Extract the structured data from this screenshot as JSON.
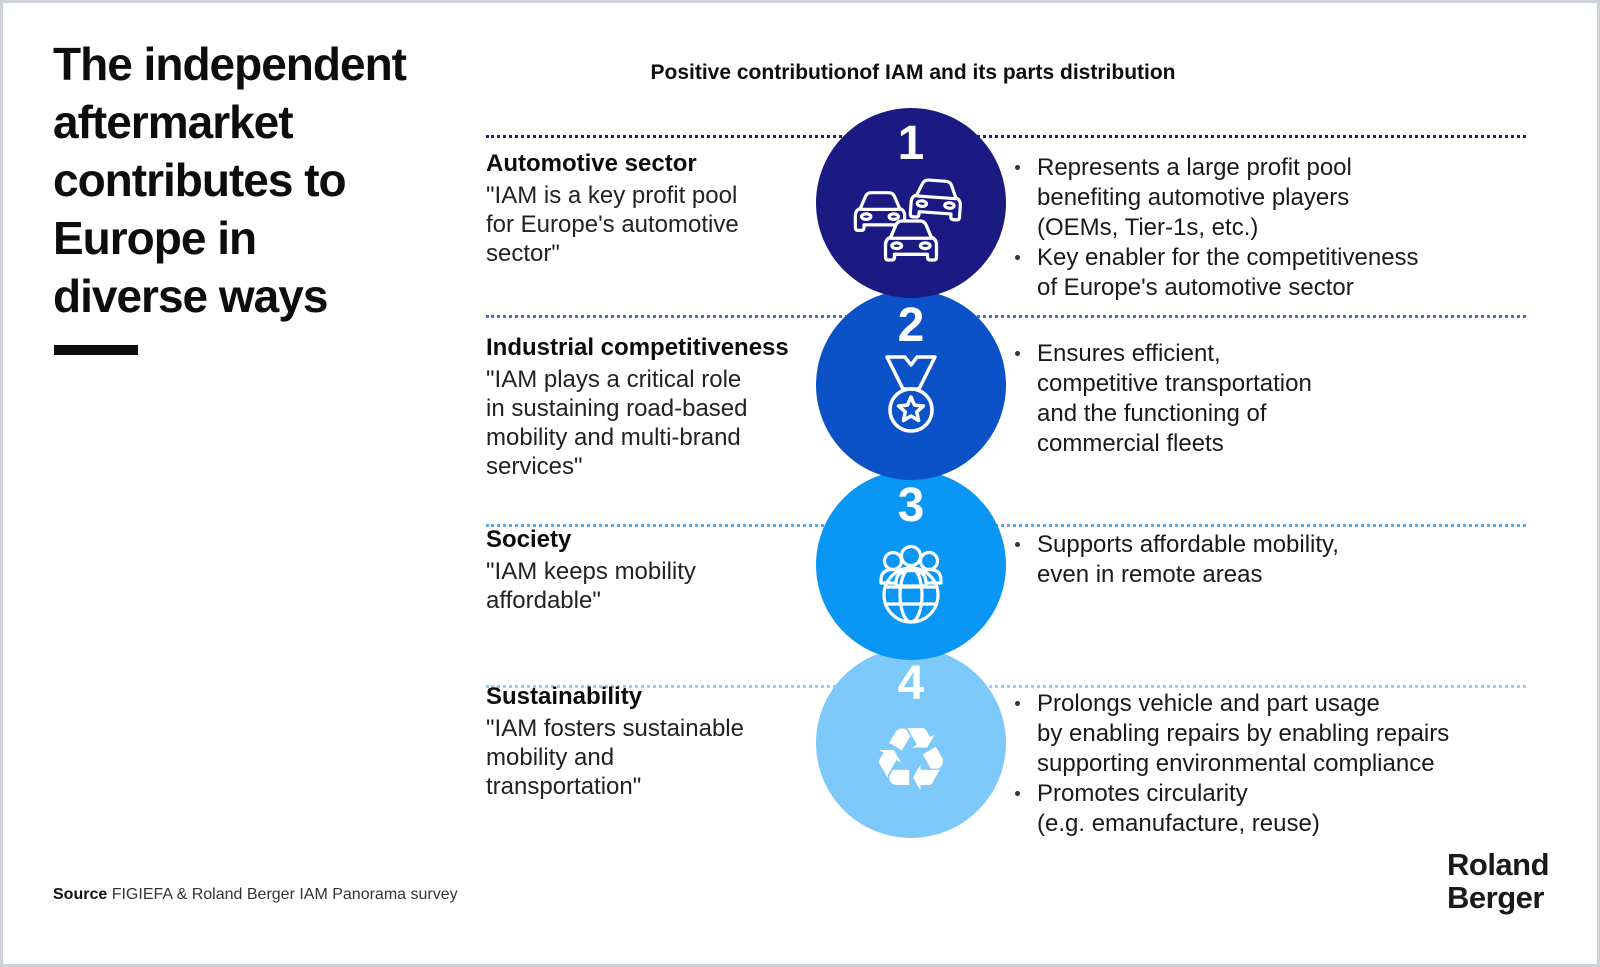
{
  "slide": {
    "title": "The independent\naftermarket\ncontributes to\nEurope in\ndiverse ways",
    "header": "Positive contributionof IAM and its parts distribution",
    "source_label": "Source",
    "source_text": "FIGIEFA & Roland Berger IAM Panorama survey",
    "logo": {
      "line1": "Roland",
      "line2": "Berger"
    }
  },
  "colors": {
    "circle1": "#1a1a82",
    "circle2": "#0b52c8",
    "circle3": "#0a96f5",
    "circle4": "#7dc9fa",
    "text": "#1a1a1a",
    "title_bar": "#0d0d0d"
  },
  "icons": {
    "recycle_glyph": "♻"
  },
  "rows": [
    {
      "number": "1",
      "icon": "traffic-cars-icon",
      "circle_color": "#1a1a82",
      "heading": "Automotive sector",
      "quote": "\"IAM is a key profit pool\nfor Europe's automotive\nsector\"",
      "bullets": [
        "Represents a large profit pool\nbenefiting automotive players\n(OEMs, Tier-1s, etc.)",
        "Key enabler for the competitiveness\nof Europe's automotive sector"
      ]
    },
    {
      "number": "2",
      "icon": "medal-icon",
      "circle_color": "#0b52c8",
      "heading": "Industrial competitiveness",
      "quote": "\"IAM plays a critical role\nin sustaining road-based\nmobility and multi-brand\nservices\"",
      "bullets": [
        "Ensures efficient,\ncompetitive transportation\nand the functioning of\ncommercial fleets"
      ]
    },
    {
      "number": "3",
      "icon": "people-globe-icon",
      "circle_color": "#0a96f5",
      "heading": "Society",
      "quote": "\"IAM keeps mobility\naffordable\"",
      "bullets": [
        "Supports affordable mobility,\neven in remote areas"
      ]
    },
    {
      "number": "4",
      "icon": "recycle-icon",
      "circle_color": "#7dc9fa",
      "heading": "Sustainability",
      "quote": "\"IAM fosters sustainable\nmobility and\ntransportation\"",
      "bullets": [
        "Prolongs vehicle and part usage\nby enabling repairs by enabling repairs\nsupporting environmental compliance",
        "Promotes circularity\n(e.g. emanufacture, reuse)"
      ]
    }
  ]
}
